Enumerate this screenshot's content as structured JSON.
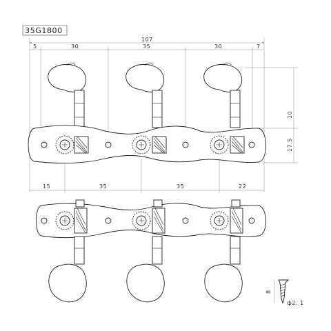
{
  "model_number": "35G1800",
  "top_dimensions": [
    "107",
    "5",
    "30",
    "35",
    "30",
    "7"
  ],
  "bottom_dimensions": [
    "15",
    "35",
    "35",
    "22"
  ],
  "side_dimensions": [
    "10",
    "17.5"
  ],
  "screw_dimensions": [
    "8",
    "ф2. 1"
  ]
}
